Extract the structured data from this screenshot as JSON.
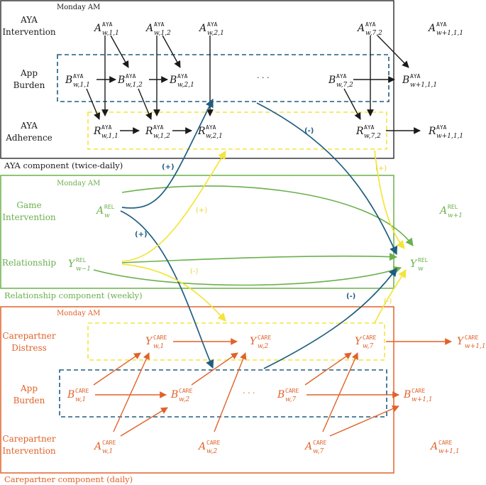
{
  "colors": {
    "aya": "#1a1a1a",
    "relationship": "#6ab04c",
    "carepartner": "#e0622a",
    "burden_link": "#1f5d80",
    "adherence_link": "#f3e53b"
  },
  "aya": {
    "time_label": "Monday AM",
    "component_label": "AYA component (twice-daily)",
    "rows": {
      "intervention": [
        "AYA",
        "Intervention"
      ],
      "burden": [
        "App",
        "Burden"
      ],
      "adherence": [
        "AYA",
        "Adherence"
      ]
    },
    "nodes": {
      "A_w11": {
        "base": "A",
        "sup": "AYA",
        "sub": "w,1,1"
      },
      "A_w12": {
        "base": "A",
        "sup": "AYA",
        "sub": "w,1,2"
      },
      "A_w21": {
        "base": "A",
        "sup": "AYA",
        "sub": "w,2,1"
      },
      "A_w72": {
        "base": "A",
        "sup": "AYA",
        "sub": "w,7,2"
      },
      "A_wp111": {
        "base": "A",
        "sup": "AYA",
        "sub": "w+1,1,1"
      },
      "B_w11": {
        "base": "B",
        "sup": "AYA",
        "sub": "w,1,1"
      },
      "B_w12": {
        "base": "B",
        "sup": "AYA",
        "sub": "w,1,2"
      },
      "B_w21": {
        "base": "B",
        "sup": "AYA",
        "sub": "w,2,1"
      },
      "B_w72": {
        "base": "B",
        "sup": "AYA",
        "sub": "w,7,2"
      },
      "B_wp111": {
        "base": "B",
        "sup": "AYA",
        "sub": "w+1,1,1"
      },
      "R_w11": {
        "base": "R",
        "sup": "AYA",
        "sub": "w,1,1"
      },
      "R_w12": {
        "base": "R",
        "sup": "AYA",
        "sub": "w,1,2"
      },
      "R_w21": {
        "base": "R",
        "sup": "AYA",
        "sub": "w,2,1"
      },
      "R_w72": {
        "base": "R",
        "sup": "AYA",
        "sub": "w,7,2"
      },
      "R_wp111": {
        "base": "R",
        "sup": "AYA",
        "sub": "w+1,1,1"
      }
    },
    "ellipsis": "· · ·"
  },
  "relationship": {
    "time_label": "Monday AM",
    "component_label": "Relationship component (weekly)",
    "rows": {
      "game": [
        "Game",
        "Intervention"
      ],
      "relationship": [
        "Relationship"
      ]
    },
    "nodes": {
      "A_w": {
        "base": "A",
        "sup": "REL",
        "sub": "w"
      },
      "A_wp1": {
        "base": "A",
        "sup": "REL",
        "sub": "w+1"
      },
      "Y_wm1": {
        "base": "Y",
        "sup": "REL",
        "sub": "w−1"
      },
      "Y_w": {
        "base": "Y",
        "sup": "REL",
        "sub": "w"
      }
    }
  },
  "carepartner": {
    "time_label": "Monday AM",
    "component_label": "Carepartner component (daily)",
    "rows": {
      "distress": [
        "Carepartner",
        "Distress"
      ],
      "burden": [
        "App",
        "Burden"
      ],
      "intervention": [
        "Carepartner",
        "Intervention"
      ]
    },
    "nodes": {
      "Y_w1": {
        "base": "Y",
        "sup": "CARE",
        "sub": "w,1"
      },
      "Y_w2": {
        "base": "Y",
        "sup": "CARE",
        "sub": "w,2"
      },
      "Y_w7": {
        "base": "Y",
        "sup": "CARE",
        "sub": "w,7"
      },
      "Y_wp11": {
        "base": "Y",
        "sup": "CARE",
        "sub": "w+1,1"
      },
      "B_w1": {
        "base": "B",
        "sup": "CARE",
        "sub": "w,1"
      },
      "B_w2": {
        "base": "B",
        "sup": "CARE",
        "sub": "w,2"
      },
      "B_w7": {
        "base": "B",
        "sup": "CARE",
        "sub": "w,7"
      },
      "B_wp11": {
        "base": "B",
        "sup": "CARE",
        "sub": "w+1,1"
      },
      "A_w1": {
        "base": "A",
        "sup": "CARE",
        "sub": "w,1"
      },
      "A_w2": {
        "base": "A",
        "sup": "CARE",
        "sub": "w,2"
      },
      "A_w7": {
        "base": "A",
        "sup": "CARE",
        "sub": "w,7"
      },
      "A_wp11": {
        "base": "A",
        "sup": "CARE",
        "sub": "w+1,1"
      }
    },
    "ellipsis": "· · ·"
  },
  "edge_labels": {
    "plus": "(+)",
    "minus": "(-)"
  }
}
